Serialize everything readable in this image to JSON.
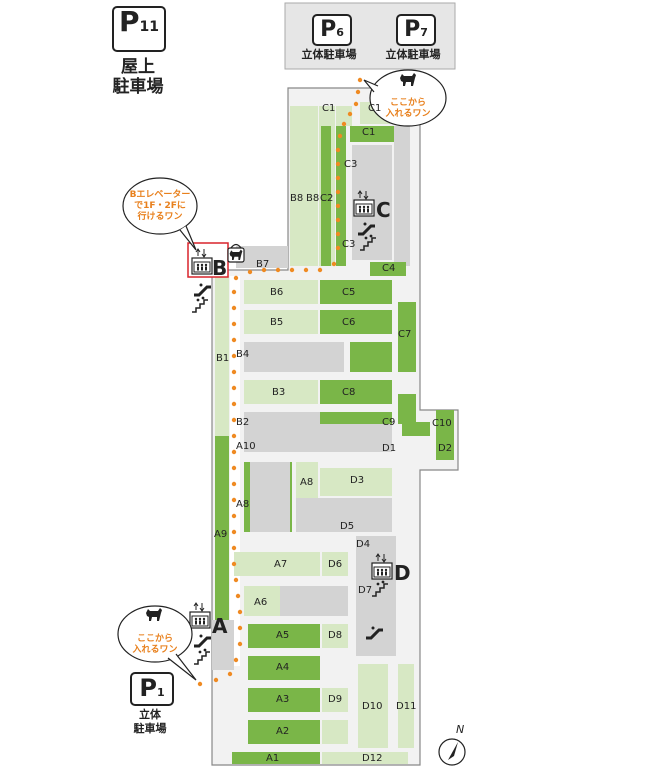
{
  "header": {
    "rooftop_sign": {
      "letter": "P",
      "number": "11"
    },
    "rooftop_label_line1": "屋上",
    "rooftop_label_line2": "駐車場"
  },
  "parking_structures": [
    {
      "id": "p6",
      "letter": "P",
      "number": "6",
      "label": "立体駐車場"
    },
    {
      "id": "p7",
      "letter": "P",
      "number": "7",
      "label": "立体駐車場"
    },
    {
      "id": "p1",
      "letter": "P",
      "number": "1",
      "label_line1": "立体",
      "label_line2": "駐車場"
    }
  ],
  "callouts": {
    "dog_entry_top": [
      "ここから",
      "入れるワン"
    ],
    "dog_entry_left": [
      "ここから",
      "入れるワン"
    ],
    "b_elevator_note": [
      "Bエレベーター",
      "で1F・2Fに",
      "行けるワン"
    ]
  },
  "elevator_labels": {
    "a": "A",
    "b": "B",
    "c": "C",
    "d": "D"
  },
  "zones": {
    "c": [
      "C1",
      "C1",
      "C1",
      "C2",
      "C3",
      "C3",
      "C4",
      "C5",
      "C6",
      "C7",
      "C8",
      "C9",
      "C10"
    ],
    "b": [
      "B1",
      "B2",
      "B3",
      "B4",
      "B5",
      "B6",
      "B7",
      "B8",
      "B8"
    ],
    "a": [
      "A1",
      "A2",
      "A3",
      "A4",
      "A5",
      "A6",
      "A7",
      "A8",
      "A8",
      "A9",
      "A10"
    ],
    "d": [
      "D1",
      "D2",
      "D3",
      "D4",
      "D5",
      "D6",
      "D7",
      "D8",
      "D9",
      "D10",
      "D11",
      "D12"
    ]
  },
  "compass": {
    "north_label": "N"
  },
  "colors": {
    "parking_green_dark": "#7ab648",
    "parking_green_light": "#d7e8c4",
    "building_gray": "#d3d3d3",
    "path_orange": "#ef8a22",
    "elevator_box_red": "#d9242b"
  },
  "icons": [
    "elevator-icon",
    "escalator-icon",
    "stairs-icon",
    "dog-icon",
    "dog-friendly-shop-icon",
    "north-arrow-icon"
  ]
}
